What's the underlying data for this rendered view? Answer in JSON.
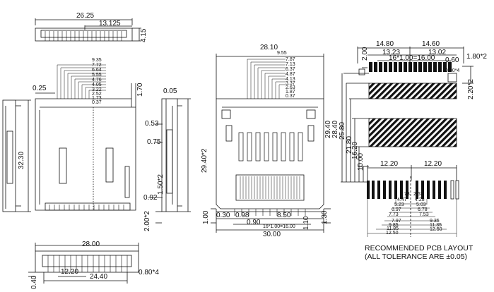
{
  "top_view": {
    "dims": {
      "width": "26.25",
      "half": "13.125",
      "height": "4.15"
    }
  },
  "left_front": {
    "dims": {
      "pitch_left": "0.25",
      "stack": [
        "9.35",
        "7.72",
        "6.64",
        "5.55",
        "4.76",
        "4.05",
        "3.22",
        "2.52",
        "1.73",
        "0.37"
      ],
      "tab": "1.70"
    }
  },
  "side_left": {
    "dims": {
      "height": "32.30"
    }
  },
  "side_right": {
    "dims": {
      "top": "0.05",
      "a": "0.53",
      "b": "0.75",
      "c": "1.50*2",
      "d": "0.92",
      "e": "2.00*2",
      "height": "29.40*2"
    }
  },
  "main_view": {
    "dims": {
      "width": "28.10",
      "stack": [
        "9.55",
        "7.87",
        "7.13",
        "6.37",
        "4.87",
        "4.13",
        "3.37",
        "2.63",
        "1.87",
        "0.37"
      ],
      "bottom_left": "0.30",
      "s1": "0.98",
      "s2": "0.90",
      "s3": "8.50",
      "pitch": "16*1.00=16.00",
      "total": "30.00",
      "right_gap": "1.10",
      "left_v": "1.00",
      "right_v": "1.30"
    }
  },
  "bottom_view": {
    "dims": {
      "width": "28.00",
      "half": "12.20",
      "span": "24.40",
      "pin": "0.80*4",
      "h": "0.40"
    }
  },
  "pcb_layout": {
    "dims": {
      "top_left": "14.80",
      "top_right": "14.60",
      "mid_left": "13.23",
      "mid_right": "13.02",
      "pitch": "16*1.00=16.00",
      "gap": "0.60",
      "pad_w": "1.80*2",
      "pad_h": "2.20*2",
      "corner": "2.00",
      "hatch_w": "0.90*4",
      "verticals": [
        "29.40",
        "28.40",
        "25.80",
        "21.80",
        "16.20",
        "10.00"
      ],
      "left_half": "12.20",
      "right_half": "12.20",
      "inner": [
        "2.73",
        "2.53",
        "4.47",
        "4.28",
        "5.23",
        "5.03",
        "6.97",
        "6.78",
        "7.73",
        "7.53"
      ],
      "outer_left": [
        "7.97",
        "9.85",
        "11.85",
        "12.50"
      ],
      "outer_right": [
        "9.35",
        "11.35",
        "12.50"
      ]
    },
    "caption": {
      "line1": "RECOMMENDED PCB LAYOUT",
      "line2": "(ALL TOLERANCE ARE ±0.05)"
    }
  }
}
